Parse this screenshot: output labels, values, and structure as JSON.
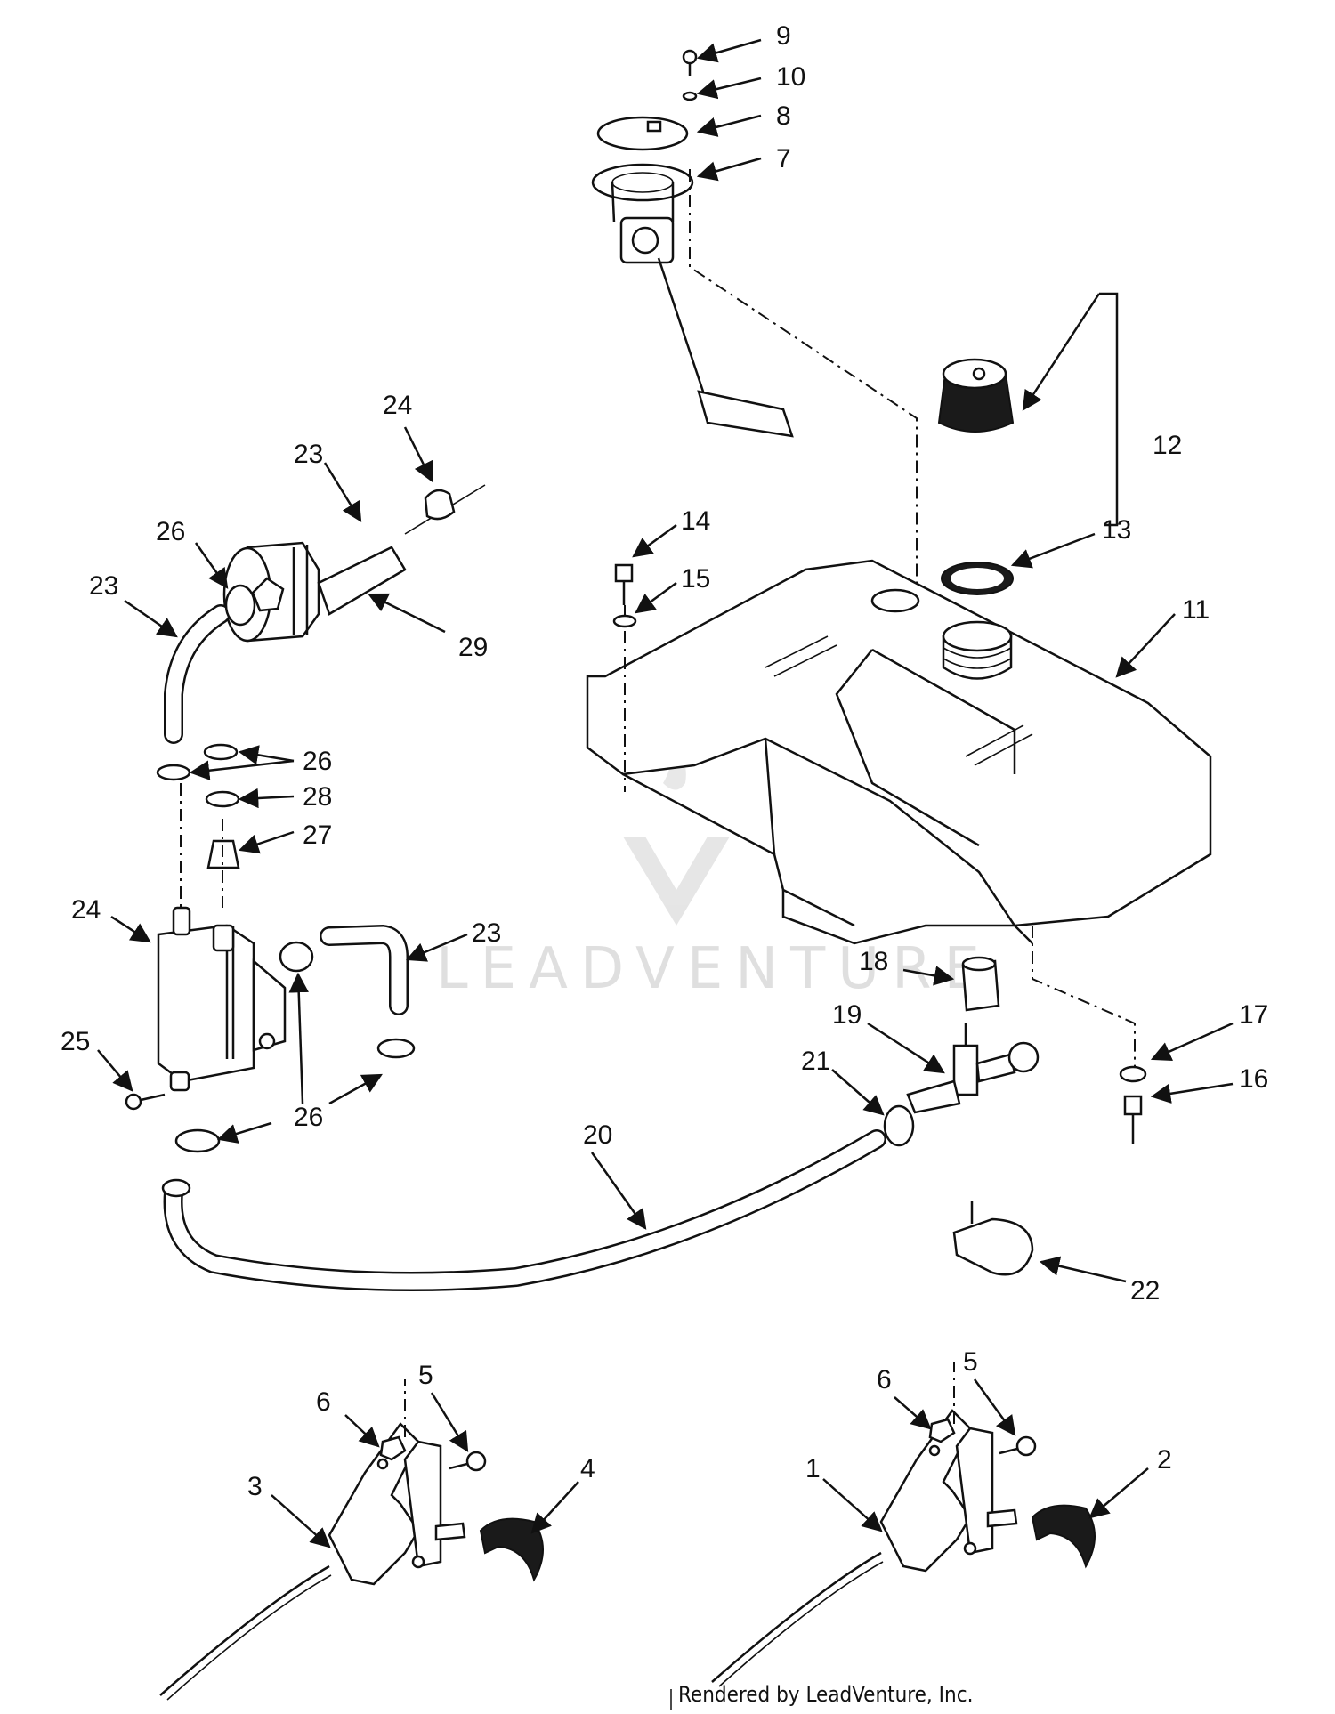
{
  "watermark": {
    "text": "LEADVENTURE"
  },
  "footer": {
    "credit": "Rendered by LeadVenture, Inc."
  },
  "callouts": [
    {
      "id": "c9",
      "text": "9"
    },
    {
      "id": "c10",
      "text": "10"
    },
    {
      "id": "c8",
      "text": "8"
    },
    {
      "id": "c7",
      "text": "7"
    },
    {
      "id": "c12",
      "text": "12"
    },
    {
      "id": "c13",
      "text": "13"
    },
    {
      "id": "c11",
      "text": "11"
    },
    {
      "id": "c14",
      "text": "14"
    },
    {
      "id": "c15",
      "text": "15"
    },
    {
      "id": "c24a",
      "text": "24"
    },
    {
      "id": "c23a",
      "text": "23"
    },
    {
      "id": "c26a",
      "text": "26"
    },
    {
      "id": "c23b",
      "text": "23"
    },
    {
      "id": "c29",
      "text": "29"
    },
    {
      "id": "c26b",
      "text": "26"
    },
    {
      "id": "c28",
      "text": "28"
    },
    {
      "id": "c27",
      "text": "27"
    },
    {
      "id": "c24b",
      "text": "24"
    },
    {
      "id": "c23c",
      "text": "23"
    },
    {
      "id": "c25",
      "text": "25"
    },
    {
      "id": "c26c",
      "text": "26"
    },
    {
      "id": "c18",
      "text": "18"
    },
    {
      "id": "c19",
      "text": "19"
    },
    {
      "id": "c21",
      "text": "21"
    },
    {
      "id": "c17",
      "text": "17"
    },
    {
      "id": "c16",
      "text": "16"
    },
    {
      "id": "c20",
      "text": "20"
    },
    {
      "id": "c22",
      "text": "22"
    },
    {
      "id": "c6a",
      "text": "6"
    },
    {
      "id": "c5a",
      "text": "5"
    },
    {
      "id": "c3",
      "text": "3"
    },
    {
      "id": "c4",
      "text": "4"
    },
    {
      "id": "c6b",
      "text": "6"
    },
    {
      "id": "c5b",
      "text": "5"
    },
    {
      "id": "c1",
      "text": "1"
    },
    {
      "id": "c2",
      "text": "2"
    }
  ]
}
